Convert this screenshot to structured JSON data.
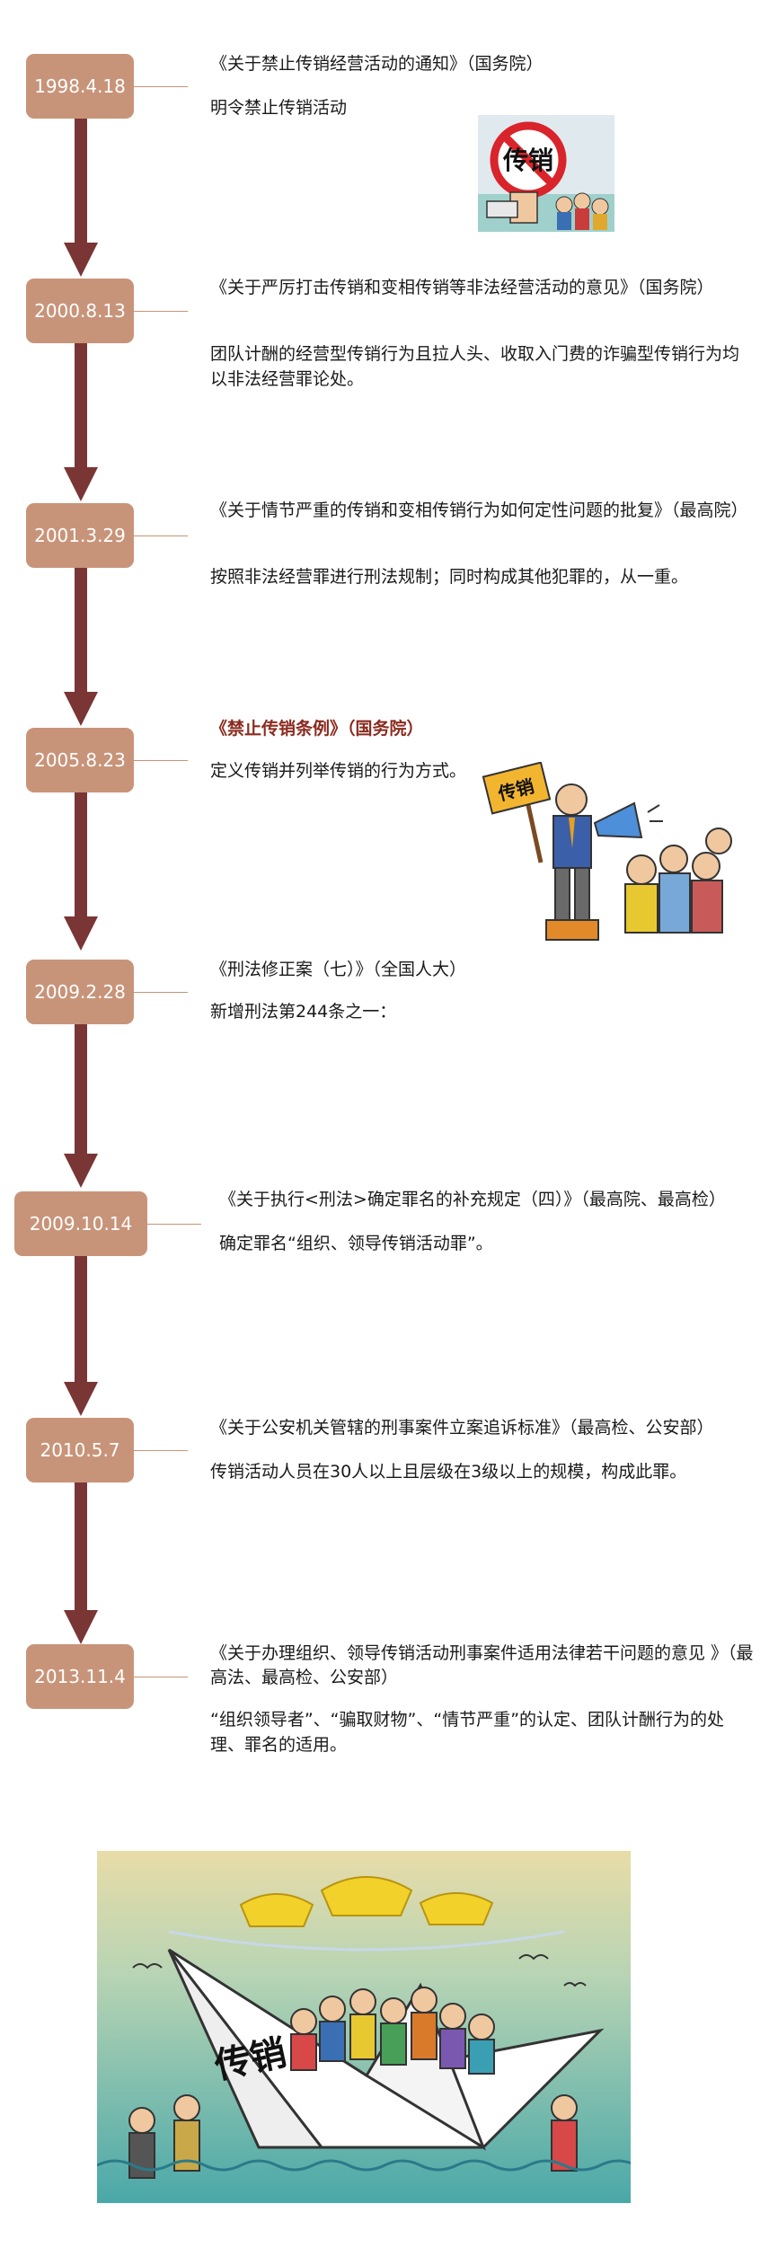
{
  "timeline": [
    {
      "date": "1998.4.18",
      "title": "《关于禁止传销经营活动的通知》（国务院）",
      "desc": "明令禁止传销活动"
    },
    {
      "date": "2000.8.13",
      "title": "《关于严厉打击传销和变相传销等非法经营活动的意见》（国务院）",
      "desc": "团队计酬的经营型传销行为且拉人头、收取入门费的诈骗型传销行为均以非法经营罪论处。"
    },
    {
      "date": "2001.3.29",
      "title": "《关于情节严重的传销和变相传销行为如何定性问题的批复》（最高院）",
      "desc": "按照非法经营罪进行刑法规制；同时构成其他犯罪的，从一重。"
    },
    {
      "date": "2005.8.23",
      "title": "《禁止传销条例》（国务院）",
      "desc": "定义传销并列举传销的行为方式。"
    },
    {
      "date": "2009.2.28",
      "title": "《刑法修正案（七）》（全国人大）",
      "desc": "新增刑法第244条之一："
    },
    {
      "date": "2009.10.14",
      "title": "《关于执行<刑法>确定罪名的补充规定（四）》（最高院、最高检）",
      "desc": "确定罪名“组织、领导传销活动罪”。"
    },
    {
      "date": "2010.5.7",
      "title": "《关于公安机关管辖的刑事案件立案追诉标准》（最高检、公安部）",
      "desc": "传销活动人员在30人以上且层级在3级以上的规模，构成此罪。"
    },
    {
      "date": "2013.11.4",
      "title": "《关于办理组织、领导传销活动刑事案件适用法律若干问题的意见 》（最高法、最高检、公安部）",
      "desc": "“组织领导者”、“骗取财物”、“情节严重”的认定、团队计酬行为的处理、罪名的适用。"
    }
  ],
  "illustrations": {
    "sign_text": "传销",
    "flag_text": "传销",
    "boat_text": "传销"
  },
  "colors": {
    "date_box": "#c89479",
    "arrow": "#7a3535",
    "highlight_title": "#8b2a1e"
  }
}
